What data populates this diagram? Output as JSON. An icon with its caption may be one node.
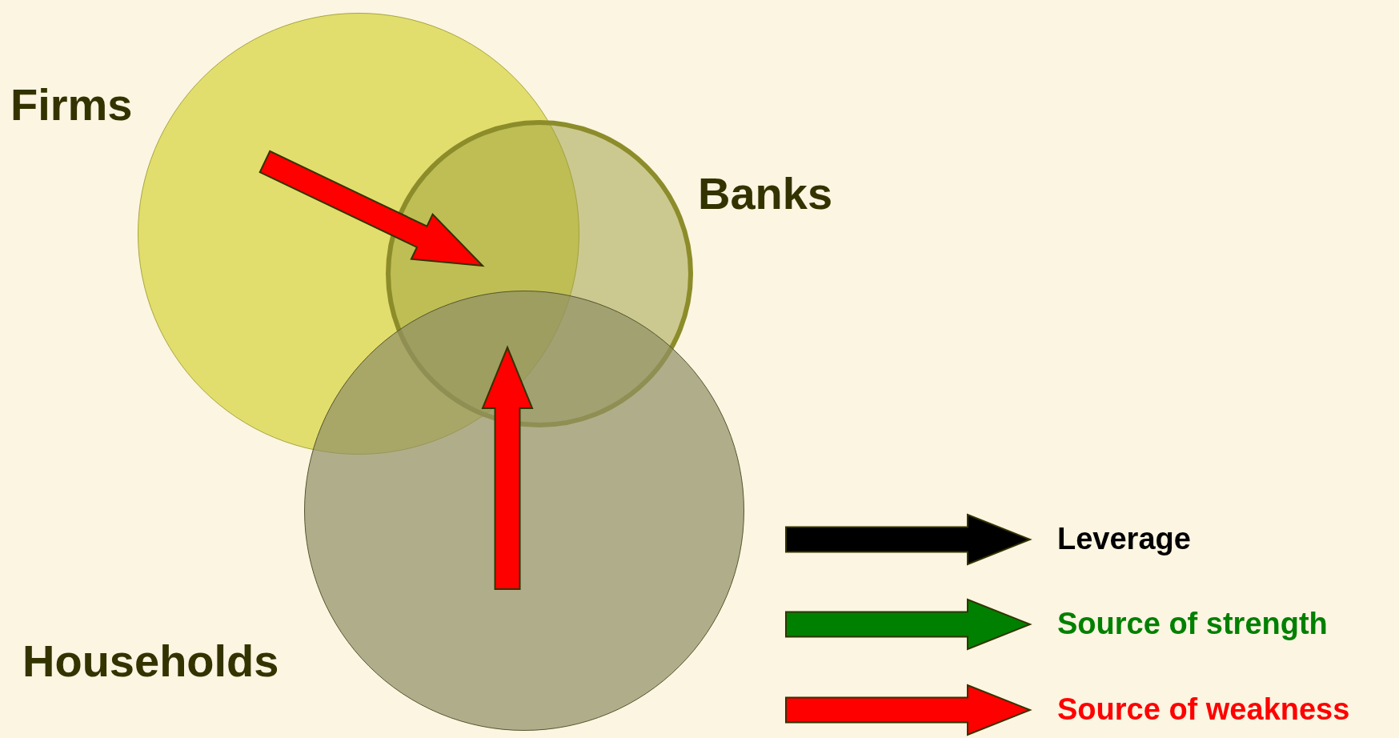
{
  "diagram": {
    "nodes": [
      {
        "text": [
          "Firms"
        ]
      },
      {
        "text": [
          "Banks"
        ]
      },
      {
        "text": [
          "Households"
        ]
      }
    ],
    "edges": [
      {
        "from": 0,
        "to": 1,
        "arrow": "to"
      },
      {
        "from": 2,
        "to": 1,
        "arrow": "to"
      }
    ],
    "legend": [
      {
        "text": "Leverage",
        "color": "#000000"
      },
      {
        "text": "Source of strength",
        "color": "#008000"
      },
      {
        "text": "Source of weakness",
        "color": "#ff0000"
      }
    ]
  }
}
